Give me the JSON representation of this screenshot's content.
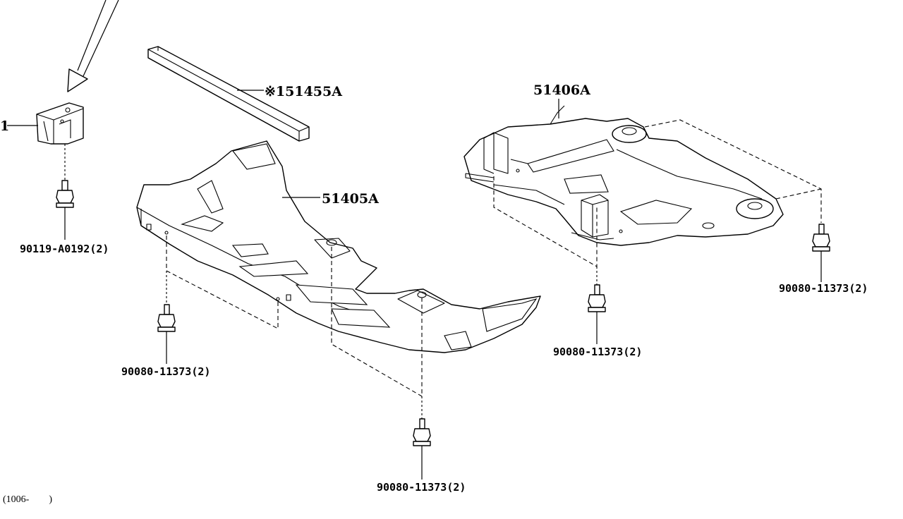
{
  "labels": {
    "bracket": "1",
    "seal": "※151455A",
    "cover_front": "51405A",
    "cover_rear": "51406A",
    "bolt_bracket": "90119-A0192(2)",
    "bolt_front_left": "90080-11373(2)",
    "bolt_front_center": "90080-11373(2)",
    "bolt_rear_center": "90080-11373(2)",
    "bolt_rear_right": "90080-11373(2)"
  },
  "footnote": "(1006-　　)"
}
